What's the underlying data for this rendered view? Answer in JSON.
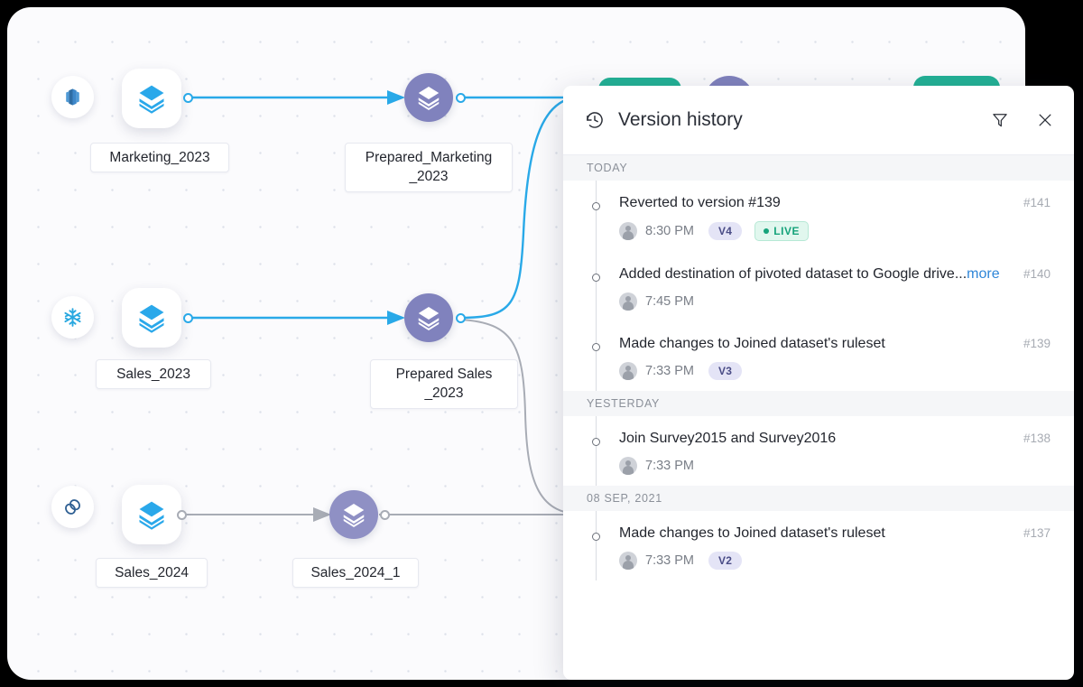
{
  "canvas": {
    "sources": [
      {
        "name": "redshift-source",
        "icon": "redshift-icon",
        "label": ""
      },
      {
        "name": "snowflake-source",
        "icon": "snowflake-icon",
        "label": ""
      },
      {
        "name": "link-source",
        "icon": "link-icon",
        "label": ""
      }
    ],
    "datasets": [
      {
        "label": "Marketing_2023",
        "icon": "layers-icon"
      },
      {
        "label": "Sales_2023",
        "icon": "layers-icon"
      },
      {
        "label": "Sales_2024",
        "icon": "layers-icon"
      }
    ],
    "prepared": [
      {
        "label": "Prepared_Marketing\n_2023",
        "icon": "layers-icon"
      },
      {
        "label": "Prepared Sales\n_2023",
        "icon": "layers-icon"
      },
      {
        "label": "Sales_2024_1",
        "icon": "layers-icon"
      }
    ],
    "colors": {
      "active_link": "#29a9e8",
      "inactive_link": "#a8acb5",
      "prepared_node": "#8082bd",
      "dataset_icon": "#2aa8ea",
      "green_node": "#23b196"
    }
  },
  "panel": {
    "title": "Version history",
    "icons": {
      "history": "history-clock-icon",
      "filter": "filter-icon",
      "close": "close-icon"
    },
    "groups": [
      {
        "label": "TODAY",
        "events": [
          {
            "title": "Reverted to version #139",
            "more": "",
            "version": "#141",
            "time": "8:30 PM",
            "badge": "V4",
            "live": "LIVE"
          },
          {
            "title": "Added destination of pivoted dataset to Google drive...",
            "more": "more",
            "version": "#140",
            "time": "7:45 PM",
            "badge": "",
            "live": ""
          },
          {
            "title": "Made changes to Joined dataset's ruleset",
            "more": "",
            "version": "#139",
            "time": "7:33 PM",
            "badge": "V3",
            "live": ""
          }
        ]
      },
      {
        "label": "YESTERDAY",
        "events": [
          {
            "title": "Join Survey2015 and Survey2016",
            "more": "",
            "version": "#138",
            "time": "7:33 PM",
            "badge": "",
            "live": ""
          }
        ]
      },
      {
        "label": "08 SEP, 2021",
        "events": [
          {
            "title": "Made changes to Joined dataset's ruleset",
            "more": "",
            "version": "#137",
            "time": "7:33 PM",
            "badge": "V2",
            "live": ""
          }
        ]
      }
    ]
  }
}
